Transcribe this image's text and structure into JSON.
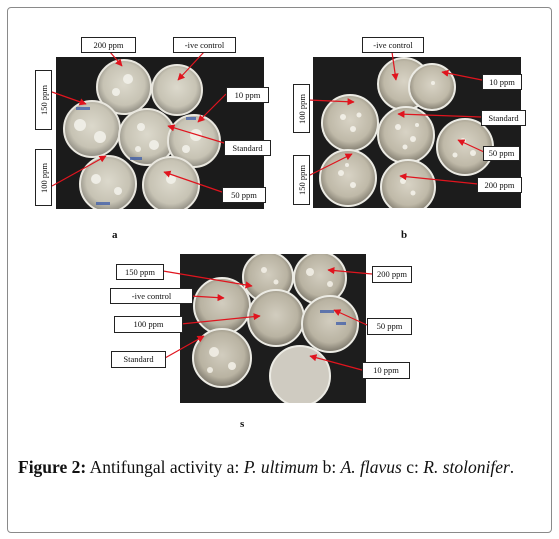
{
  "figure": {
    "panels": {
      "a": {
        "letter": "a",
        "labels": {
          "ppm200": "200 ppm",
          "control": "-ive control",
          "ppm150": "150 ppm",
          "ppm10": "10 ppm",
          "standard": "Standard",
          "ppm100": "100 ppm",
          "ppm50": "50 ppm"
        }
      },
      "b": {
        "letter": "b",
        "labels": {
          "control": "-ive control",
          "ppm10": "10 ppm",
          "ppm100": "100 ppm",
          "standard": "Standard",
          "ppm50": "50 ppm",
          "ppm150": "150 ppm",
          "ppm200": "200 ppm"
        }
      },
      "c": {
        "letter": "s",
        "labels": {
          "ppm150": "150 ppm",
          "ppm200": "200 ppm",
          "control": "-ive control",
          "ppm100": "100 ppm",
          "ppm50": "50 ppm",
          "standard": "Standard",
          "ppm10": "10 ppm"
        }
      }
    },
    "caption": {
      "prefix": "Figure 2:",
      "text1": " Antifungal activity a: ",
      "org1": "P. ultimum",
      "text2": " b: ",
      "org2": "A. flavus",
      "text3": " c: ",
      "org3": "R. stolonifer",
      "end": "."
    },
    "colors": {
      "arrow": "#e0141e",
      "photo_bg": "#1a1a1a",
      "frame": "#8a8a8a"
    }
  }
}
